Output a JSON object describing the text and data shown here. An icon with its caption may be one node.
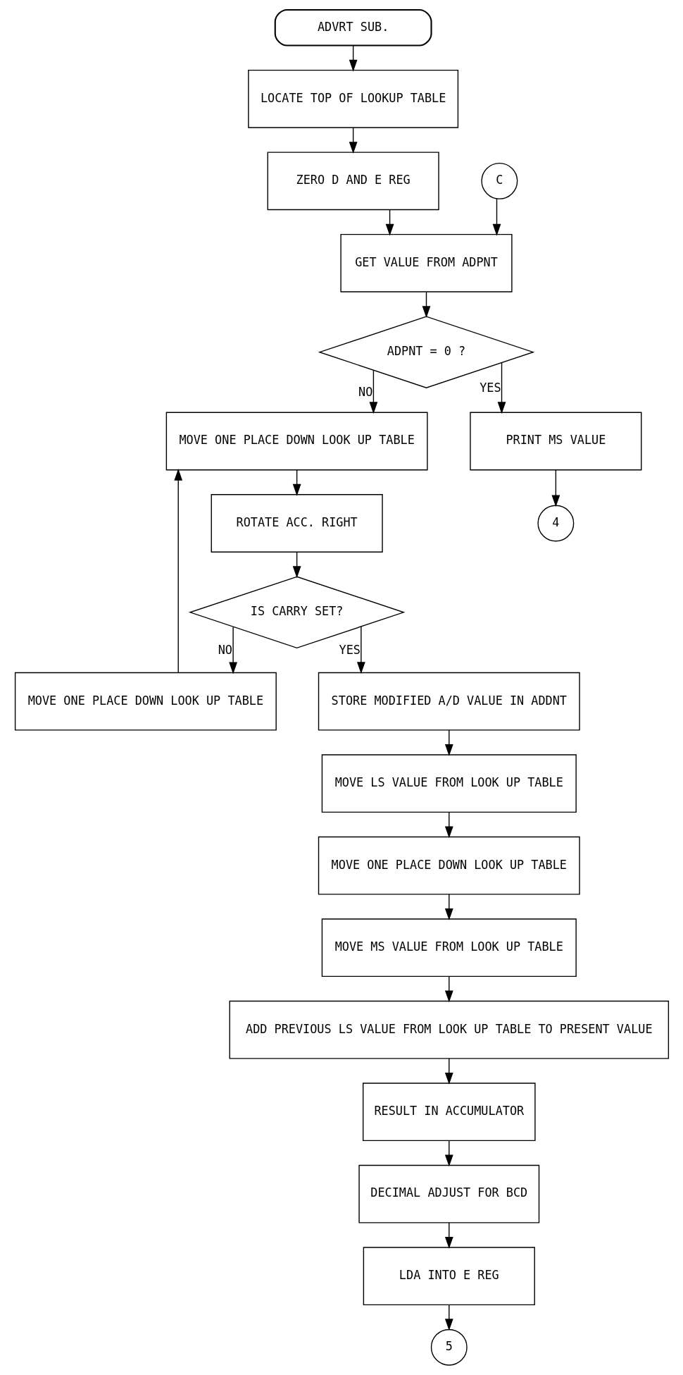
{
  "diagram": {
    "nodes": [
      {
        "text": [
          "ADVRT SUB."
        ]
      },
      {
        "text": [
          "LOCATE TOP OF LOOKUP TABLE"
        ]
      },
      {
        "text": [
          "ZERO D AND E REG"
        ]
      },
      {
        "text": [
          "C"
        ]
      },
      {
        "text": [
          "GET VALUE FROM ADPNT"
        ]
      },
      {
        "text": [
          "ADPNT = 0 ?"
        ]
      },
      {
        "text": [
          "MOVE ONE PLACE DOWN LOOK UP TABLE"
        ]
      },
      {
        "text": [
          "ROTATE ACC. RIGHT"
        ]
      },
      {
        "text": [
          "IS CARRY SET?"
        ]
      },
      {
        "text": [
          "MOVE ONE PLACE DOWN LOOK UP TABLE"
        ]
      },
      {
        "text": [
          "PRINT MS VALUE"
        ]
      },
      {
        "text": [
          "4"
        ]
      },
      {
        "text": [
          "STORE MODIFIED A/D VALUE IN ADDNT"
        ]
      },
      {
        "text": [
          "MOVE LS VALUE FROM LOOK UP TABLE"
        ]
      },
      {
        "text": [
          "MOVE ONE PLACE DOWN LOOK UP TABLE"
        ]
      },
      {
        "text": [
          "MOVE MS VALUE FROM LOOK UP TABLE"
        ]
      },
      {
        "text": [
          "ADD PREVIOUS LS VALUE FROM LOOK UP TABLE TO PRESENT VALUE"
        ]
      },
      {
        "text": [
          "RESULT IN ACCUMULATOR"
        ]
      },
      {
        "text": [
          "DECIMAL ADJUST FOR BCD"
        ]
      },
      {
        "text": [
          "LDA INTO E REG"
        ]
      },
      {
        "text": [
          "5"
        ]
      }
    ],
    "edges": [
      {
        "from": 0,
        "to": 1,
        "arrow": "to"
      },
      {
        "from": 1,
        "to": 2,
        "arrow": "to"
      },
      {
        "from": 2,
        "to": 4,
        "arrow": "to"
      },
      {
        "from": 3,
        "to": 4,
        "arrow": "to"
      },
      {
        "from": 4,
        "to": 5,
        "arrow": "to"
      },
      {
        "from": 5,
        "to": 6,
        "arrow": "to",
        "label": "NO"
      },
      {
        "from": 6,
        "to": 7,
        "arrow": "to"
      },
      {
        "from": 7,
        "to": 8,
        "arrow": "to"
      },
      {
        "from": 8,
        "to": 9,
        "arrow": "to",
        "label": "NO"
      },
      {
        "from": 9,
        "to": 6,
        "arrow": "to"
      },
      {
        "from": 5,
        "to": 10,
        "arrow": "to",
        "label": "YES"
      },
      {
        "from": 10,
        "to": 11,
        "arrow": "to"
      },
      {
        "from": 8,
        "to": 12,
        "arrow": "to",
        "label": "YES"
      },
      {
        "from": 12,
        "to": 13,
        "arrow": "to"
      },
      {
        "from": 13,
        "to": 14,
        "arrow": "to"
      },
      {
        "from": 14,
        "to": 15,
        "arrow": "to"
      },
      {
        "from": 15,
        "to": 16,
        "arrow": "to"
      },
      {
        "from": 16,
        "to": 17,
        "arrow": "to"
      },
      {
        "from": 17,
        "to": 18,
        "arrow": "to"
      },
      {
        "from": 18,
        "to": 19,
        "arrow": "to"
      },
      {
        "from": 19,
        "to": 20,
        "arrow": "to"
      }
    ]
  }
}
